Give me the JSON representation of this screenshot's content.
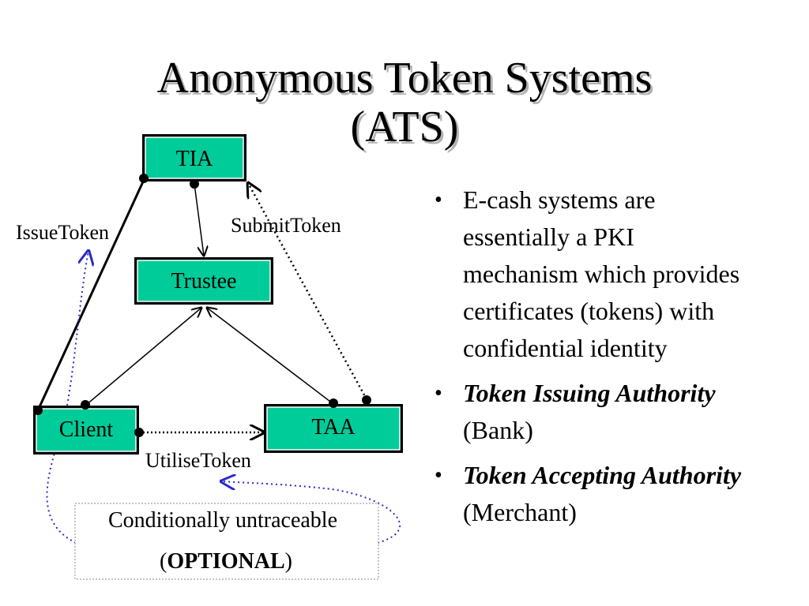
{
  "slide": {
    "title_line1": "Anonymous Token Systems",
    "title_line2": "(ATS)",
    "accent_fill": "#00cc99"
  },
  "diagram": {
    "nodes": {
      "tia": "TIA",
      "trustee": "Trustee",
      "client": "Client",
      "taa": "TAA"
    },
    "edges": {
      "issue_token": "IssueToken",
      "submit_token": "SubmitToken",
      "utilise_token": "UtiliseToken"
    },
    "note": {
      "line1": "Conditionally untraceable",
      "open_paren": "(",
      "optional": "OPTIONAL",
      "close_paren": ")"
    }
  },
  "bullets": [
    {
      "symbol": "•",
      "text": "E-cash systems are essentially a PKI mechanism which provides certificates (tokens) with confidential identity"
    },
    {
      "symbol": "•",
      "emphasis": "Token Issuing Authority",
      "rest": " (Bank)"
    },
    {
      "symbol": "•",
      "emphasis": "Token Accepting Authority",
      "rest": " (Merchant)"
    }
  ]
}
